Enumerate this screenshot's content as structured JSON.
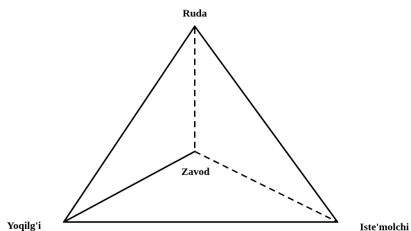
{
  "diagram": {
    "vertices": {
      "top": "Ruda",
      "center": "Zavod",
      "bottom_left": "Yoqilg'i",
      "bottom_right": "Iste'molchi"
    },
    "line_color": "#000000",
    "background": "#ffffff"
  }
}
